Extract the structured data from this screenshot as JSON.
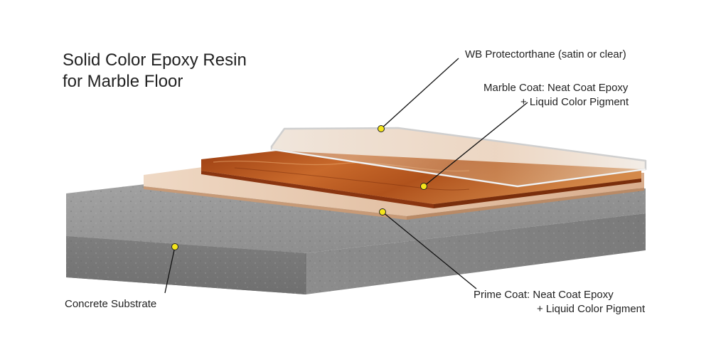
{
  "title": {
    "line1": "Solid Color Epoxy Resin",
    "line2": "for Marble Floor"
  },
  "layers": [
    {
      "id": "wb",
      "lines": [
        "WB Protectorthane (satin or clear)"
      ]
    },
    {
      "id": "marble",
      "lines": [
        "Marble Coat: Neat Coat Epoxy",
        "+ Liquid Color Pigment"
      ]
    },
    {
      "id": "prime",
      "lines": [
        "Prime Coat: Neat Coat Epoxy",
        "+  Liquid Color Pigment"
      ]
    },
    {
      "id": "concrete",
      "lines": [
        "Concrete Substrate"
      ]
    }
  ],
  "colors": {
    "marker": "#f5e51c",
    "leader_line": "#111111",
    "concrete": "#8c8c8c",
    "prime_coat": "#e8cbb2",
    "marble_coat": "#b5561e",
    "protective_coat": "#e7e7e7"
  }
}
